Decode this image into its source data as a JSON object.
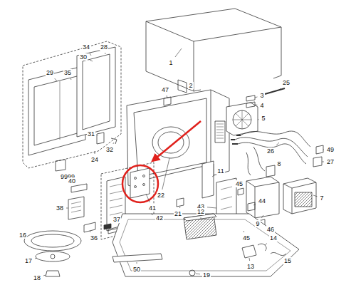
{
  "diagram": {
    "labels": [
      "1",
      "2",
      "47",
      "25",
      "3",
      "4",
      "5",
      "26",
      "49",
      "27",
      "8",
      "7",
      "9",
      "34",
      "28",
      "30",
      "29",
      "35",
      "24",
      "31",
      "32",
      "9999",
      "40",
      "38",
      "36",
      "37",
      "42",
      "41",
      "22",
      "11",
      "21",
      "45",
      "43",
      "44",
      "46",
      "45",
      "12",
      "13",
      "14",
      "15",
      "16",
      "17",
      "18",
      "50",
      "19"
    ]
  }
}
